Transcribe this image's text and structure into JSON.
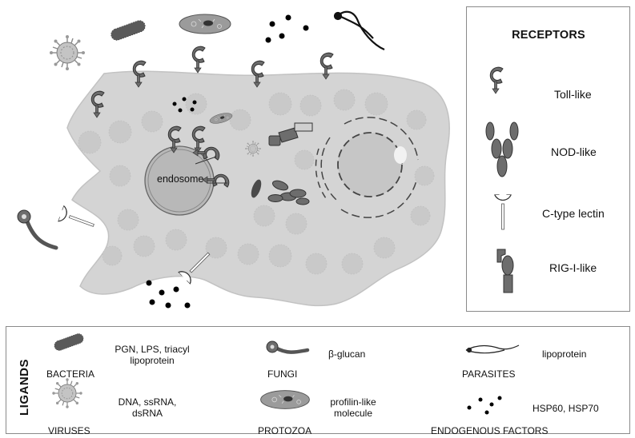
{
  "receptors": {
    "title": "RECEPTORS",
    "items": [
      {
        "label": "Toll-like",
        "icon": "toll-like-receptor-icon"
      },
      {
        "label": "NOD-like",
        "icon": "nod-like-receptor-icon"
      },
      {
        "label": "C-type lectin",
        "icon": "c-type-lectin-receptor-icon"
      },
      {
        "label": "RIG-I-like",
        "icon": "rig-i-like-receptor-icon"
      }
    ]
  },
  "cell": {
    "endosome_label": "endosome"
  },
  "ligands": {
    "title": "LIGANDS",
    "items": [
      {
        "name": "BACTERIA",
        "ligand": "PGN, LPS, triacyl\nlipoprotein",
        "icon": "bacteria-icon"
      },
      {
        "name": "VIRUSES",
        "ligand": "DNA, ssRNA,\ndsRNA",
        "icon": "virus-icon"
      },
      {
        "name": "FUNGI",
        "ligand": "β-glucan",
        "icon": "fungi-icon"
      },
      {
        "name": "PROTOZOA",
        "ligand": "profilin-like\nmolecule",
        "icon": "protozoa-icon"
      },
      {
        "name": "PARASITES",
        "ligand": "lipoprotein",
        "icon": "parasite-icon"
      },
      {
        "name": "ENDOGENOUS FACTORS",
        "ligand": "HSP60, HSP70",
        "icon": "endogenous-factors-icon"
      }
    ]
  },
  "colors": {
    "cell_fill": "#d4d4d4",
    "receptor_fill": "#6d6d6d",
    "panel_border": "#8a8a8a",
    "text": "#111111"
  }
}
